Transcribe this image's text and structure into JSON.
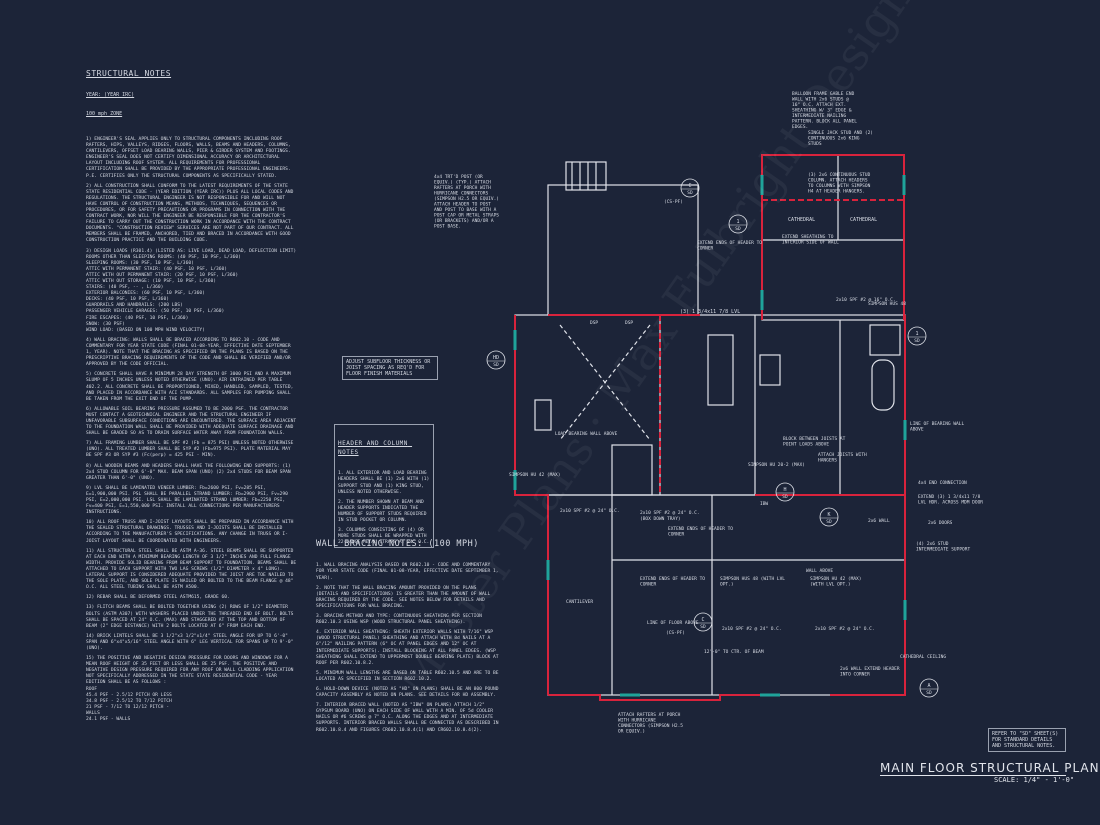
{
  "structural_notes": {
    "title": "STRUCTURAL NOTES",
    "year": "YEAR: (YEAR IRC)",
    "wind": "100 mph ZONE",
    "paragraphs": [
      "1) ENGINEER'S SEAL APPLIES ONLY TO STRUCTURAL COMPONENTS INCLUDING ROOF RAFTERS, HIPS, VALLEYS, RIDGES, FLOORS, WALLS, BEAMS AND HEADERS, COLUMNS, CANTILEVERS, OFFSET LOAD BEARING WALLS, PIER & GIRDER SYSTEM AND FOOTINGS. ENGINEER'S SEAL DOES NOT CERTIFY DIMENSIONAL ACCURACY OR ARCHITECTURAL LAYOUT INCLUDING ROOF SYSTEM. ALL REQUIREMENTS FOR PROFESSIONAL CERTIFICATION SHALL BE PROVIDED BY THE APPROPRIATE PROFESSIONAL ENGINEERS. P.E. CERTIFIES ONLY THE STRUCTURAL COMPONENTS AS SPECIFICALLY STATED.",
      "2) ALL CONSTRUCTION SHALL CONFORM TO THE LATEST REQUIREMENTS OF THE STATE STATE RESIDENTIAL CODE - (YEAR EDITION (YEAR IRC)) PLUS ALL LOCAL CODES AND REGULATIONS. THE STRUCTURAL ENGINEER IS NOT RESPONSIBLE FOR AND WILL NOT HAVE CONTROL OF CONSTRUCTION MEANS, METHODS, TECHNIQUES, SEQUENCES OR PROCEDURES, OR FOR SAFETY PRECAUTIONS OR PROGRAMS IN CONNECTION WITH THE CONTRACT WORK, NOR WILL THE ENGINEER BE RESPONSIBLE FOR THE CONTRACTOR'S FAILURE TO CARRY OUT THE CONSTRUCTION WORK IN ACCORDANCE WITH THE CONTRACT DOCUMENTS. \"CONSTRUCTION REVIEW\" SERVICES ARE NOT PART OF OUR CONTRACT. ALL MEMBERS SHALL BE FRAMED, ANCHORED, TIED AND BRACED IN ACCORDANCE WITH GOOD CONSTRUCTION PRACTICE AND THE BUILDING CODE.",
      "3) DESIGN LOADS (R301.4) (LISTED AS: LIVE LOAD, DEAD LOAD, DEFLECTION LIMIT)\nROOMS OTHER THAN SLEEPING ROOMS: (40 PSF, 10 PSF, L/360)\nSLEEPING ROOMS: (30 PSF, 10 PSF, L/360)\nATTIC WITH PERMANENT STAIR: (40 PSF, 10 PSF, L/360)\nATTIC WITH OUT PERMANENT STAIR: (20 PSF, 10 PSF, L/360)\nATTIC WITH OUT STORAGE: (10 PSF, 10 PSF, L/360)\nSTAIRS: (40 PSF, -- , L/360)\nEXTERIOR BALCONIES: (60 PSF, 10 PSF, L/360)\nDECKS: (40 PSF, 10 PSF, L/360)\nGUARDRAILS AND HANDRAILS: (200 LBS)\nPASSENGER VEHICLE GARAGES: (50 PSF, 10 PSF, L/360)\nFIRE ESCAPES: (40 PSF, 10 PSF, L/360)\nSNOW: (30 PSF)\nWIND LOAD: (BASED ON 100 MPH WIND VELOCITY)",
      "4) WALL BRACING: WALLS SHALL BE BRACED ACCORDING TO R602.10 - CODE AND COMMENTARY FOR YEAR STATE CODE (FINAL 01-08-YEAR, EFFECTIVE DATE SEPTEMBER 1, YEAR). NOTE THAT THE BRACING AS SPECIFIED ON THE PLANS IS BASED ON THE PRESCRIPTIVE BRACING REQUIREMENTS OF THE CODE AND SHALL BE VERIFIED AND/OR APPROVED BY THE CODE OFFICIAL.",
      "5) CONCRETE SHALL HAVE A MINIMUM 28 DAY STRENGTH OF 3000 PSI AND A MAXIMUM SLUMP OF 5 INCHES UNLESS NOTED OTHERWISE (UNO). AIR ENTRAINED PER TABLE 402.2. ALL CONCRETE SHALL BE PROPORTIONED, MIXED, HANDLED, SAMPLED, TESTED, AND PLACED IN ACCORDANCE WITH ACI STANDARDS. ALL SAMPLES FOR PUMPING SHALL BE TAKEN FROM THE EXIT END OF THE PUMP.",
      "6) ALLOWABLE SOIL BEARING PRESSURE ASSUMED TO BE 2000 PSF. THE CONTRACTOR MUST CONTACT A GEOTECHNICAL ENGINEER AND THE STRUCTURAL ENGINEER IF UNFAVORABLE SUBSURFACE CONDITIONS ARE ENCOUNTERED. THE SURFACE AREA ADJACENT TO THE FOUNDATION WALL SHALL BE PROVIDED WITH ADEQUATE SURFACE DRAINAGE AND SHALL BE GRADED SO AS TO DRAIN SURFACE WATER AWAY FROM FOUNDATION WALLS.",
      "7) ALL FRAMING LUMBER SHALL BE SPF #2 (Fb = 875 PSI) UNLESS NOTED OTHERWISE (UNO). ALL TREATED LUMBER SHALL BE SYP #2 (Fb=975 PSI). PLATE MATERIAL MAY BE SPF #3 OR SYP #3 (Fc(perp) = 425 PSI - MIN).",
      "8) ALL WOODEN BEAMS AND HEADERS SHALL HAVE THE FOLLOWING END SUPPORTS: (1) 2x4 STUD COLUMN FOR 6'-0\" MAX. BEAM SPAN (UNO) (2) 2x4 STUDS FOR BEAM SPAN GREATER THAN 6'-0\" (UNO).",
      "9) LVL SHALL BE LAMINATED VENEER LUMBER: Fb=2600 PSI, Fv=285 PSI, E=1,900,000 PSI. PSL SHALL BE PARALLEL STRAND LUMBER: Fb=2900 PSI, Fv=290 PSI, E=2,000,000 PSI. LSL SHALL BE LAMINATED STRAND LUMBER: Fb=2250 PSI, Fv=400 PSI, E=1,550,000 PSI. INSTALL ALL CONNECTIONS PER MANUFACTURERS INSTRUCTIONS.",
      "10) ALL ROOF TRUSS AND I-JOIST LAYOUTS SHALL BE PREPARED IN ACCORDANCE WITH THE SEALED STRUCTURAL DRAWINGS. TRUSSES AND I-JOISTS SHALL BE INSTALLED ACCORDING TO THE MANUFACTURER'S SPECIFICATIONS. ANY CHANGE IN TRUSS OR I-JOIST LAYOUT SHALL BE COORDINATED WITH ENGINEERS.",
      "11) ALL STRUCTURAL STEEL SHALL BE ASTM A-36. STEEL BEAMS SHALL BE SUPPORTED AT EACH END WITH A MINIMUM BEARING LENGTH OF 3 1/2\" INCHES AND FULL FLANGE WIDTH. PROVIDE SOLID BEARING FROM BEAM SUPPORT TO FOUNDATION. BEAMS SHALL BE ATTACHED TO EACH SUPPORT WITH TWO LAG SCREWS (1/2\" DIAMETER x 4\" LONG). LATERAL SUPPORT IS CONSIDERED ADEQUATE PROVIDED THE JOIST ARE TOE NAILED TO THE SOLE PLATE, AND SOLE PLATE IS NAILED OR BOLTED TO THE BEAM FLANGE @ 48\" O.C. ALL STEEL TUBING SHALL BE ASTM A500.",
      "12) REBAR SHALL BE DEFORMED STEEL ASTM615, GRADE 60.",
      "13) FLITCH BEAMS SHALL BE BOLTED TOGETHER USING (2) ROWS OF 1/2\" DIAMETER BOLTS (ASTM A307) WITH WASHERS PLACED UNDER THE THREADED END OF BOLT. BOLTS SHALL BE SPACED AT 24\" O.C. (MAX) AND STAGGERED AT THE TOP AND BOTTOM OF BEAM (2\" EDGE DISTANCE) WITH 2 BOLTS LOCATED AT 6\" FROM EACH END.",
      "14) BRICK LINTELS SHALL BE 3 1/2\"x3 1/2\"x1/4\" STEEL ANGLE FOR UP TO 6'-0\" SPAN AND 6\"x4\"x5/16\" STEEL ANGLE WITH 6\" LEG VERTICAL FOR SPANS UP TO 9'-0\" (UNO).",
      "15) THE POSITIVE AND NEGATIVE DESIGN PRESSURE FOR DOORS AND WINDOWS FOR A MEAN ROOF HEIGHT OF 35 FEET OR LESS SHALL BE 25 PSF. THE POSITIVE AND NEGATIVE DESIGN PRESSURE REQUIRED FOR ANY ROOF OR WALL CLADDING APPLICATION NOT SPECIFICALLY ADDRESSED IN THE STATE STATE RESIDENTIAL CODE - YEAR EDITION SHALL BE AS FOLLOWS :\nROOF\n45.4 PSF - 2.5/12 PITCH OR LESS\n34.8 PSF - 2.5/12 TO 7/12 PITCH\n21 PSF - 7/12 TO 12/12 PITCH -\nWALLS\n24.1 PSF - WALLS"
    ]
  },
  "header_column_notes": {
    "title": "HEADER AND COLUMN NOTES",
    "items": [
      "1. ALL EXTERIOR AND LOAD BEARING HEADERS SHALL BE (1) 2x6 WITH (1) SUPPORT STUD AND (1) KING STUD, UNLESS NOTED OTHERWISE.",
      "2. THE NUMBER SHOWN AT BEAM AND HEADER SUPPORTS INDICATED THE NUMBER OF SUPPORT STUDS REQUIRED IN STUD POCKET OR COLUMN.",
      "3. COLUMNS CONSISTING OF (4) OR MORE STUDS SHALL BE WRAPPED WITH 22-GAUGE METAL STRAPS AT 24\" O.C."
    ]
  },
  "subfloor_note": "ADJUST SUBFLOOR THICKNESS OR JOIST SPACING AS REQ'D FOR FLOOR FINISH MATERIALS",
  "wall_bracing_notes": {
    "title": "WALL BRACING NOTES: (100 MPH)",
    "items": [
      "1. WALL BRACING ANALYSIS BASED ON R602.10 - CODE AND COMMENTARY FOR YEAR STATE CODE (FINAL 01-08-YEAR, EFFECTIVE DATE SEPTEMBER 1, YEAR).",
      "2. NOTE THAT THE WALL BRACING AMOUNT PROVIDED ON THE PLANS (DETAILS AND SPECIFICATIONS) IS GREATER THAN THE AMOUNT OF WALL BRACING REQUIRED BY THE CODE. SEE NOTES BELOW FOR DETAILS AND SPECIFICATIONS FOR WALL BRACING.",
      "3. BRACING METHOD AND TYPE: CONTINUOUS SHEATHING PER SECTION R602.10.3 USING WSP (WOOD STRUCTURAL PANEL SHEATHING).",
      "4. EXTERIOR WALL SHEATHING: SHEATH EXTERIOR WALLS WITH 7/16\" WSP (WOOD STRUCTURAL PANEL) SHEATHING AND ATTACH WITH 8d NAILS AT A 6\"/12\" NAILING PATTERN (6\" OC AT PANEL EDGES AND 12\" OC AT INTERMEDIATE SUPPORTS). INSTALL BLOCKING AT ALL PANEL EDGES. (WSP SHEATHING SHALL EXTEND TO UPPERMOST DOUBLE BEARING PLATE) BLOCK AT ROOF PER R602.10.8.2.",
      "5. MINIMUM WALL LENGTHS ARE BASED ON TABLE R602.10.5 AND ARE TO BE LOCATED AS SPECIFIED IN SECTION R602.10.2.",
      "6. HOLD-DOWN DEVICE (NOTED AS \"HD\" ON PLANS) SHALL BE AN 800 POUND CAPACITY ASSEMBLY AS NOTED ON PLANS. SEE DETAILS FOR HD ASSEMBLY.",
      "7. INTERIOR BRACED WALL (NOTED AS \"IBW\" ON PLANS) ATTACH 1/2\" GYPSUM BOARD (UNO) ON EACH SIDE OF WALL WITH A MIN. OF 5d COOLER NAILS OR #6 SCREWS @ 7\" O.C. ALONG THE EDGES AND AT INTERMEDIATE SUPPORTS. INTERIOR BRACED WALLS SHALL BE CONNECTED AS DESCRIBED IN R602.10.8.4 AND FIGURES CR602.10.8.4(1) AND CR602.10.8.4(2)."
    ]
  },
  "reference_note": "REFER TO \"SD\" SHEET(S) FOR STANDARD DETAILS AND STRUCTURAL NOTES.",
  "drawing_title": "MAIN FLOOR STRUCTURAL PLAN",
  "drawing_scale": "SCALE: 1/4\" - 1'-0\"",
  "plan_labels": {
    "balloon": "BALLOON FRAME GABLE END WALL WITH 2x6 STUDS @ 16\" O.C. ATTACH EXT. SHEATHING W/ 3\" EDGE & INTERMEDIATE NAILING PATTERN. BLOCK ALL PANEL EDGES.",
    "single_jack": "SINGLE JACK STUD AND (2) CONTINUOUS 2x6 KING STUDS",
    "cont_stud": "(3) 2x6 CONTINUOUS STUD COLUMN. ATTACH HEADERS TO COLUMNS WITH SIMPSON H4 AT HEADER HANGERS.",
    "cathedral_1": "CATHEDRAL",
    "cathedral_2": "CATHEDRAL",
    "extend_sheathing": "EXTEND SHEATHING TO INTERIOR SIDE OF WALL",
    "post_note": "4x4 TRT'D POST (OR EQUIV.) (TYP.) ATTACH RAFTERS AT PORCH WITH HURRICANE CONNECTORS (SIMPSON H2.5 OR EQUIV.) ATTACH HEADER TO POST AND POST TO BASE WITH A POST CAP OR METAL STRAPS (OR BRACKETS) AND/OR A POST BASE.",
    "extend_ends_1": "EXTEND ENDS OF HEADER TO CORNER",
    "extend_ends_2": "EXTEND ENDS OF HEADER TO CORNER",
    "extend_ends_3": "EXTEND ENDS OF HEADER TO CORNER",
    "lvl_top": "(3) 1 3/4x11 7/8 LVL",
    "simpson_hus": "SIMPSON HUS 48",
    "load_bearing": "LOAD BEARING WALL ABOVE",
    "line_bearing": "LINE OF BEARING WALL ABOVE",
    "block_between": "BLOCK BETWEEN JOISTS AT POINT LOADS ABOVE",
    "simpson_hu_202": "SIMPSON HU 20-2 (MAX)",
    "attach_joists": "ATTACH JOISTS WITH HANGERS",
    "simpson_hu42": "SIMPSON HU 42 (MAX)",
    "end_connection": "4x4 END CONNECTION",
    "extend_lvl_hdr": "EXTEND (3) 1 3/4x11 7/8 LVL HDR. ACROSS MDM DOOR",
    "door_2x6": "2x6 DOORS",
    "stud_intermediate": "(4) 2x6 STUD INTERMEDIATE SUPPORT",
    "wall_2x6": "2x6 WALL",
    "box_down": "(BOX DOWN TRAY)",
    "cantilever": "CANTILEVER",
    "line_floor_above": "LINE OF FLOOR ABOVE",
    "simpson_hus48_lvl": "SIMPSON HUS 48 (WITH LVL OPT.)",
    "simpson_hu42_lvl": "SIMPSON HU 42 (MAX) (WITH LVL OPT.)",
    "wall_above": "WALL ABOVE",
    "to_ctr_beam": "12'-0\" TO CTR. OF BEAM",
    "attach_rafters": "ATTACH RAFTERS AT PORCH WITH HURRICANE CONNECTORS (SIMPSON H2.5 OR EQUIV.)",
    "wall_extend": "2x6 WALL EXTEND HEADER INTO CORNER",
    "joist_1": "2x10 SPF #2 @ 16\" O.C.",
    "joist_2": "2x10 SPF #2 @ 24\" O.C.",
    "joist_3": "2x10 SPF #2 @ 24\" O.C.",
    "joist_4": "2x10 SPF #2 @ 24\" O.C.",
    "joist_5": "2x10 SPF #2 @ 24\" O.C.",
    "dsp": "DSP",
    "dsp2": "DSP",
    "ibw": "IBW",
    "cs_pf": "(CS-PF)",
    "cathedral_ceiling": "CATHEDRAL CEILING"
  },
  "section_markers": [
    {
      "letter": "C",
      "num": "SD"
    },
    {
      "letter": "1",
      "num": "SD"
    },
    {
      "letter": "HD",
      "num": "SD"
    },
    {
      "letter": "1",
      "num": "SD"
    },
    {
      "letter": "K",
      "num": "SD"
    },
    {
      "letter": "A",
      "num": "SD"
    },
    {
      "letter": "C",
      "num": "SD"
    },
    {
      "letter": "H",
      "num": "SD"
    }
  ],
  "watermark": "Master Plans · Max Fulbright Designs · Floor Plans",
  "colors": {
    "background": "#1c2438",
    "wall": "#e0e3ea",
    "bearing": "#d8233c",
    "brace": "#1fa39a",
    "text": "#d9dde6"
  }
}
